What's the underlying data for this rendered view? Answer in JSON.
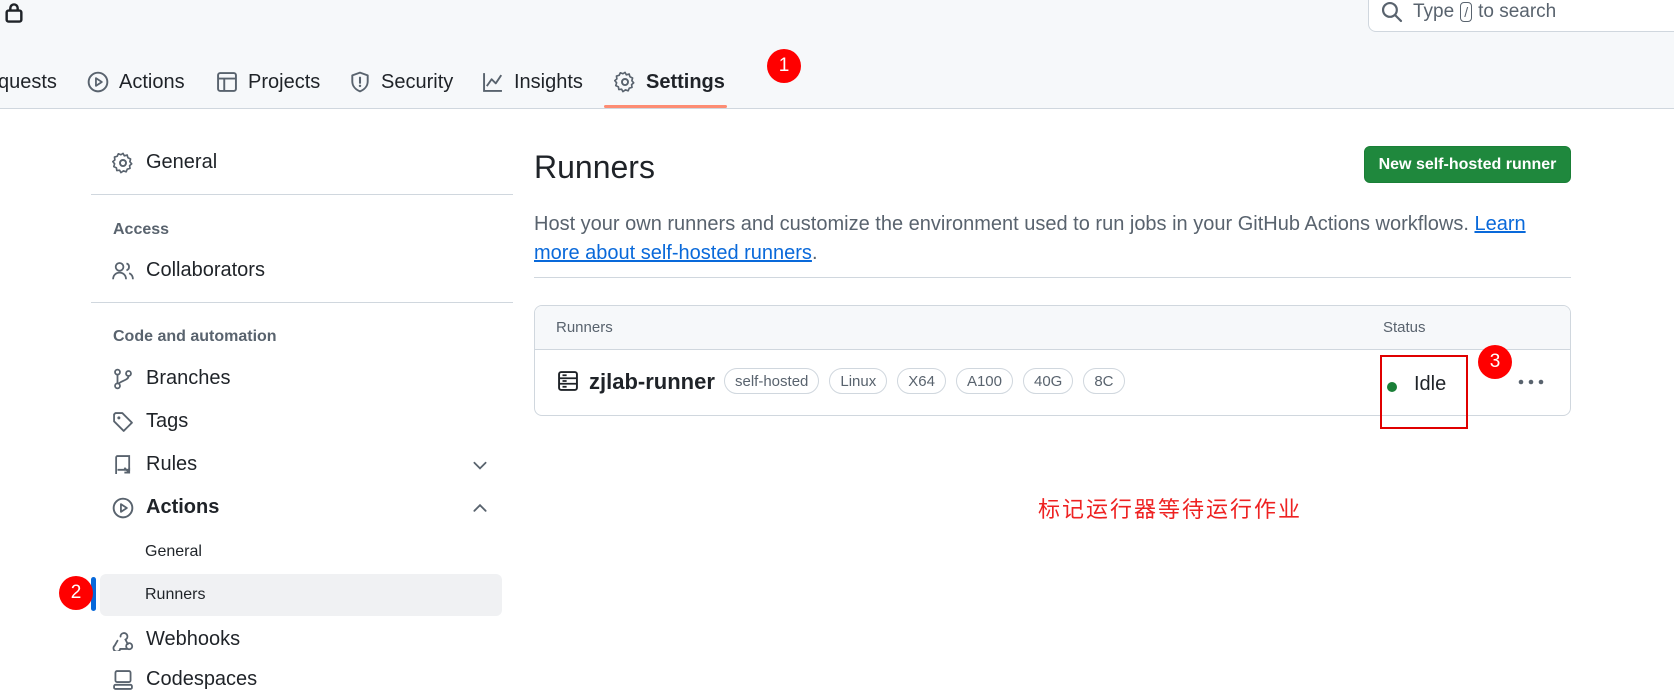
{
  "header": {
    "search_prefix": "Type",
    "search_key": "/",
    "search_suffix": "to search",
    "tabs": [
      {
        "label": "quests"
      },
      {
        "label": "Actions"
      },
      {
        "label": "Projects"
      },
      {
        "label": "Security"
      },
      {
        "label": "Insights"
      },
      {
        "label": "Settings"
      }
    ]
  },
  "sidebar": {
    "general": "General",
    "access_heading": "Access",
    "collaborators": "Collaborators",
    "code_heading": "Code and automation",
    "branches": "Branches",
    "tags": "Tags",
    "rules": "Rules",
    "actions": "Actions",
    "actions_general": "General",
    "actions_runners": "Runners",
    "webhooks": "Webhooks",
    "codespaces": "Codespaces"
  },
  "main": {
    "title": "Runners",
    "new_button": "New self-hosted runner",
    "description": "Host your own runners and customize the environment used to run jobs in your GitHub Actions workflows.",
    "learn_more_link": "Learn more about self-hosted runners",
    "period": ".",
    "table": {
      "col_runners": "Runners",
      "col_status": "Status",
      "runner": {
        "name": "zjlab-runner",
        "labels": [
          "self-hosted",
          "Linux",
          "X64",
          "A100",
          "40G",
          "8C"
        ],
        "status": "Idle"
      }
    }
  },
  "annotations": {
    "badge_1": "1",
    "badge_2": "2",
    "badge_3": "3",
    "note": "标记运行器等待运行作业"
  },
  "colors": {
    "primary_button": "#1f883d",
    "link": "#0969da",
    "active_tab_underline": "#fd8c73",
    "status_idle": "#1a7f37",
    "annotation_red": "#ff0000"
  }
}
